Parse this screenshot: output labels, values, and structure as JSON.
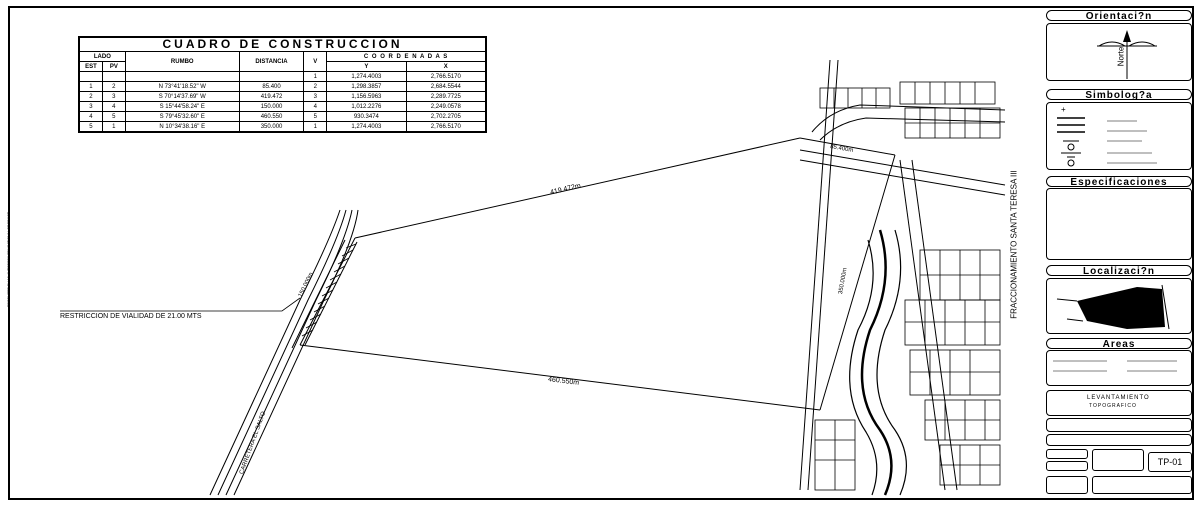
{
  "table": {
    "title": "CUADRO DE CONSTRUCCION",
    "headers": {
      "lado": "LADO",
      "est": "EST",
      "pv": "PV",
      "rumbo": "RUMBO",
      "distancia": "DISTANCIA",
      "v": "V",
      "coordenadas": "C O O R D E N A D A S",
      "y": "Y",
      "x": "X"
    },
    "first_row": {
      "v": "1",
      "y": "1,274.4003",
      "x": "2,766.5170"
    },
    "rows": [
      {
        "est": "1",
        "pv": "2",
        "rumbo": "N 73°41'18.52\" W",
        "distancia": "85.400",
        "v": "2",
        "y": "1,298.3857",
        "x": "2,684.5544"
      },
      {
        "est": "2",
        "pv": "3",
        "rumbo": "S 70°14'37.69\" W",
        "distancia": "419.472",
        "v": "3",
        "y": "1,156.5963",
        "x": "2,289.7725"
      },
      {
        "est": "3",
        "pv": "4",
        "rumbo": "S 15°44'58.24\" E",
        "distancia": "150.000",
        "v": "4",
        "y": "1,012.2276",
        "x": "2,249.0578"
      },
      {
        "est": "4",
        "pv": "5",
        "rumbo": "S 79°45'32.60\" E",
        "distancia": "460.550",
        "v": "5",
        "y": "930.3474",
        "x": "2,702.2705"
      },
      {
        "est": "5",
        "pv": "1",
        "rumbo": "N 10°34'38.16\" E",
        "distancia": "350.000",
        "v": "1",
        "y": "1,274.4003",
        "x": "2,766.5170"
      }
    ]
  },
  "plan": {
    "dim_top": "419.472m",
    "dim_bottom": "460.550m",
    "dim_left": "150.000m",
    "dim_right": "350.000m",
    "dim_short": "85.400m",
    "restriction": "RESTRICCION DE VIALIDAD DE 21.00 MTS",
    "road": "CARRETERA EL SALTO",
    "subdivision": "FRACCIONAMIENTO SANTA TERESA III",
    "side_note": "PRODUCED BY AN AUTODESK EDUCATIONAL PRODUCT"
  },
  "panel": {
    "orientation_title": "Orientaci?n",
    "north_label": "Norte",
    "symbology_title": "Simbolog?a",
    "specs_title": "Especificaciones",
    "location_title": "Localizaci?n",
    "areas_title": "Areas",
    "drawing_type_1": "LEVANTAMIENTO",
    "drawing_type_2": "TOPOGRAFICO",
    "sheet_code": "TP-01"
  }
}
